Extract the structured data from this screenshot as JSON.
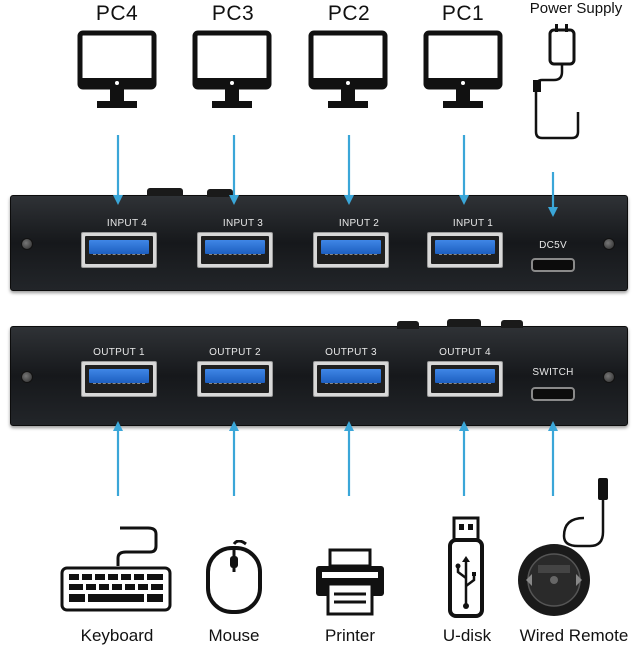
{
  "top_devices": [
    {
      "label": "PC4",
      "icon": "monitor-icon"
    },
    {
      "label": "PC3",
      "icon": "monitor-icon"
    },
    {
      "label": "PC2",
      "icon": "monitor-icon"
    },
    {
      "label": "PC1",
      "icon": "monitor-icon"
    },
    {
      "label": "Power Supply",
      "icon": "power-adapter-icon"
    }
  ],
  "input_panel": {
    "ports": [
      "INPUT 4",
      "INPUT 3",
      "INPUT 2",
      "INPUT 1"
    ],
    "power_port": "DC5V"
  },
  "output_panel": {
    "ports": [
      "OUTPUT 1",
      "OUTPUT 2",
      "OUTPUT 3",
      "OUTPUT 4"
    ],
    "switch_port": "SWITCH"
  },
  "bottom_devices": [
    {
      "label": "Keyboard",
      "icon": "keyboard-icon"
    },
    {
      "label": "Mouse",
      "icon": "mouse-icon"
    },
    {
      "label": "Printer",
      "icon": "printer-icon"
    },
    {
      "label": "U-disk",
      "icon": "usb-drive-icon"
    },
    {
      "label": "Wired Remote",
      "icon": "wired-remote-icon"
    }
  ],
  "colors": {
    "arrow": "#3aa6d8",
    "usb_blue": "#2f74d6",
    "panel": "#1d1f22"
  }
}
